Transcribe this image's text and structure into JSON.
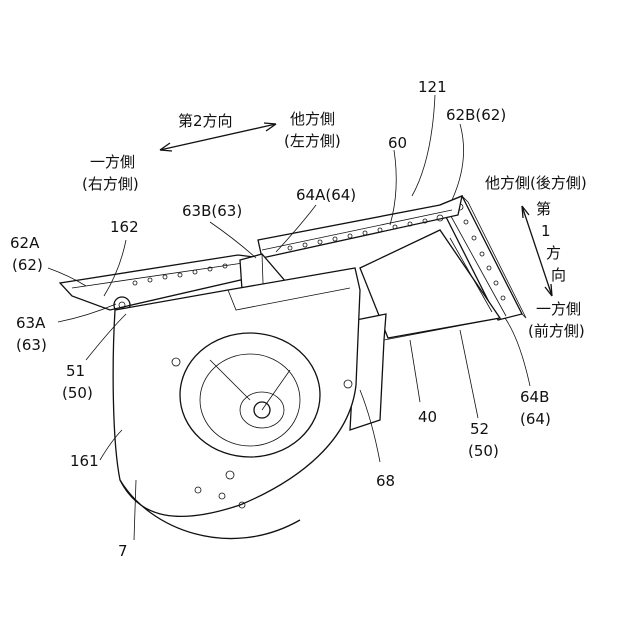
{
  "figure": {
    "direction2": {
      "title": "第2方向",
      "other_side": "他方側",
      "other_side_note": "(左方側)",
      "one_side": "一方側",
      "one_side_note": "(右方側)"
    },
    "direction1": {
      "title_chars": [
        "第",
        "1",
        "方",
        "向"
      ],
      "other_side": "他方側(後方側)",
      "one_side": "一方側",
      "one_side_note": "(前方側)"
    },
    "labels": {
      "l121": "121",
      "l62B": "62B(62)",
      "l60": "60",
      "l64A": "64A(64)",
      "l63B": "63B(63)",
      "l162": "162",
      "l62A": "62A",
      "l62A_sub": "(62)",
      "l63A": "63A",
      "l63A_sub": "(63)",
      "l51": "51",
      "l51_sub": "(50)",
      "l161": "161",
      "l7": "7",
      "l68": "68",
      "l40": "40",
      "l52": "52",
      "l52_sub": "(50)",
      "l64B": "64B",
      "l64B_sub": "(64)"
    }
  }
}
